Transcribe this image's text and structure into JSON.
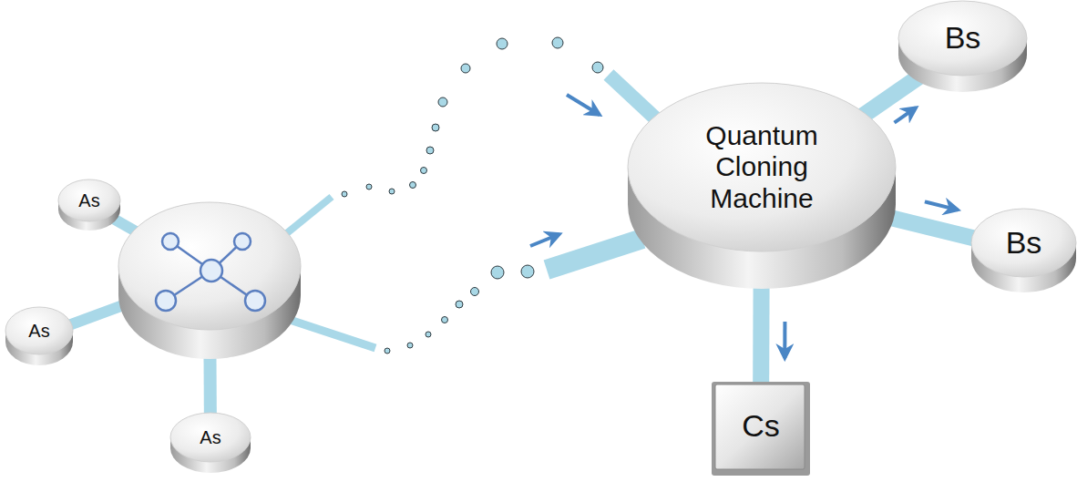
{
  "diagram": {
    "nodes": [
      {
        "text": [
          "As"
        ]
      },
      {
        "text": [
          "As"
        ]
      },
      {
        "text": [
          "As"
        ]
      },
      {
        "text": [
          "Quantum Cloning Machine"
        ]
      },
      {
        "text": [
          "Bs"
        ]
      },
      {
        "text": [
          "Bs"
        ]
      },
      {
        "text": [
          "Cs"
        ]
      }
    ],
    "edges": [
      {
        "from": 3,
        "to": 4,
        "arrow": "to"
      },
      {
        "from": 3,
        "to": 5,
        "arrow": "to"
      },
      {
        "from": 3,
        "to": 6,
        "arrow": "to"
      }
    ]
  }
}
